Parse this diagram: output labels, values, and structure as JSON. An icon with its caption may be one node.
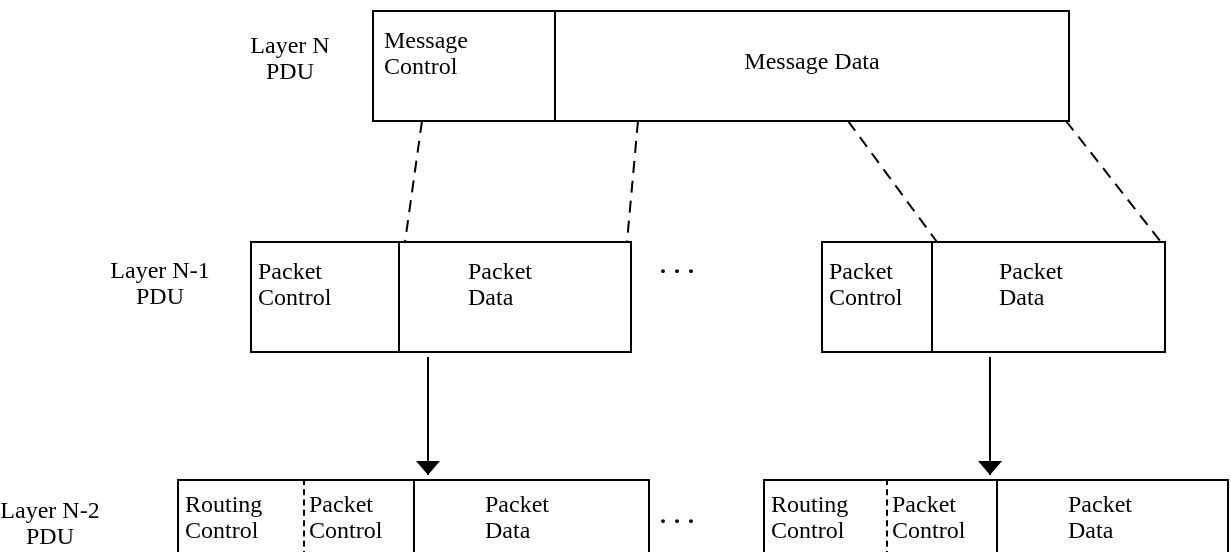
{
  "diagram": {
    "nodes": [
      {
        "text": [
          "Layer N PDU"
        ]
      },
      {
        "text": [
          "Message Control"
        ],
        "in": 0
      },
      {
        "text": [
          "Message Data"
        ],
        "in": 0
      },
      {
        "text": [
          "Layer N-1 PDU"
        ]
      },
      {
        "text": [
          "Packet Control"
        ],
        "in": 3
      },
      {
        "text": [
          "Packet Data"
        ],
        "in": 3
      },
      {
        "text": [],
        "shape": "box"
      },
      {
        "text": [
          "Packet Control"
        ],
        "in": 6
      },
      {
        "text": [
          "Packet Data"
        ],
        "in": 6
      },
      {
        "text": [
          "Layer N-2 PDU"
        ]
      },
      {
        "text": [
          "Routing Control"
        ],
        "in": 9
      },
      {
        "text": [
          "Packet Control"
        ],
        "in": 9
      },
      {
        "text": [
          "Packet Data"
        ],
        "in": 9
      },
      {
        "text": [],
        "shape": "box"
      },
      {
        "text": [
          "Routing Control"
        ],
        "in": 13
      },
      {
        "text": [
          "Packet Control"
        ],
        "in": 13
      },
      {
        "text": [
          "Packet Data"
        ],
        "in": 13
      }
    ],
    "edges": [
      {
        "from": 1,
        "to": 5,
        "arrow": "none",
        "style": "dashed"
      },
      {
        "from": 2,
        "to": 5,
        "arrow": "none",
        "style": "dashed"
      },
      {
        "from": 2,
        "to": 8,
        "arrow": "none",
        "style": "dashed"
      },
      {
        "from": 2,
        "to": 8,
        "arrow": "none",
        "style": "dashed"
      },
      {
        "from": 3,
        "to": 9,
        "arrow": "to"
      },
      {
        "from": 6,
        "to": 13,
        "arrow": "to"
      }
    ],
    "labels": [
      "...",
      "..."
    ]
  }
}
